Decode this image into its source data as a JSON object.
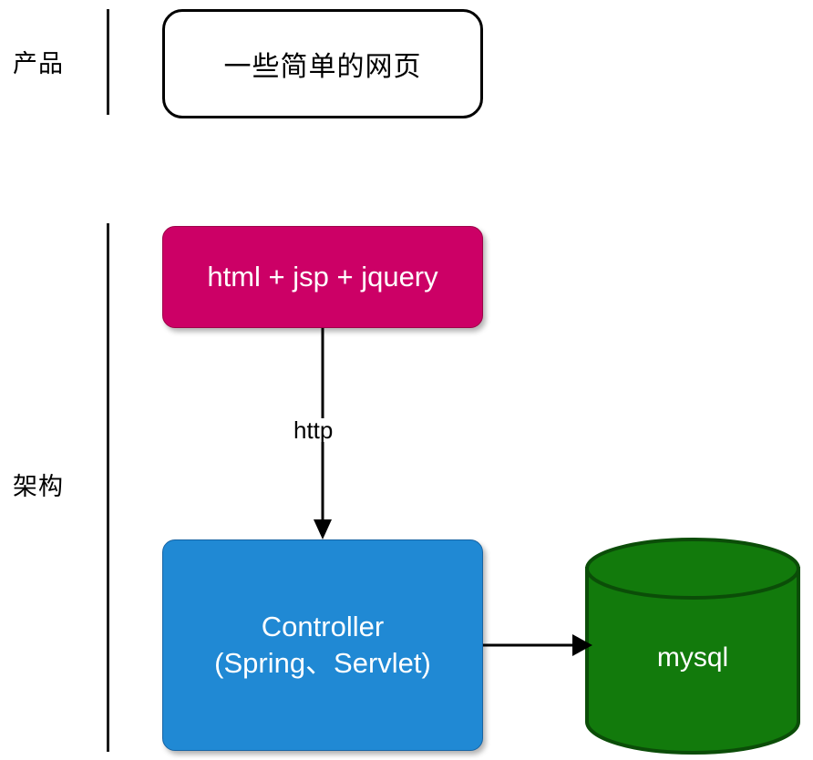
{
  "diagram": {
    "type": "architecture-layer-diagram",
    "background_color": "#ffffff",
    "rows": [
      {
        "id": "product",
        "label": "产品"
      },
      {
        "id": "architecture",
        "label": "架构"
      }
    ],
    "nodes": [
      {
        "id": "webpages",
        "label": "一些简单的网页",
        "shape": "rounded-rectangle",
        "fill": "#ffffff",
        "stroke": "#000000",
        "text_color": "#000000",
        "row": "product"
      },
      {
        "id": "frontend",
        "label": "html + jsp + jquery",
        "shape": "rounded-rectangle",
        "fill": "#cc0066",
        "stroke": "#9e0048",
        "text_color": "#ffffff",
        "row": "architecture"
      },
      {
        "id": "controller",
        "label_line1": "Controller",
        "label_line2": "(Spring、Servlet)",
        "shape": "rounded-rectangle",
        "fill": "#2089d4",
        "stroke": "#1664a5",
        "text_color": "#ffffff",
        "row": "architecture"
      },
      {
        "id": "database",
        "label": "mysql",
        "shape": "cylinder",
        "fill": "#127a0c",
        "stroke": "#0b4d08",
        "text_color": "#ffffff",
        "row": "architecture"
      }
    ],
    "edges": [
      {
        "id": "frontend-to-controller",
        "from": "frontend",
        "to": "controller",
        "label": "http",
        "direction": "down",
        "arrow": "single"
      },
      {
        "id": "controller-to-database",
        "from": "controller",
        "to": "database",
        "label": "",
        "direction": "right",
        "arrow": "single"
      }
    ]
  }
}
